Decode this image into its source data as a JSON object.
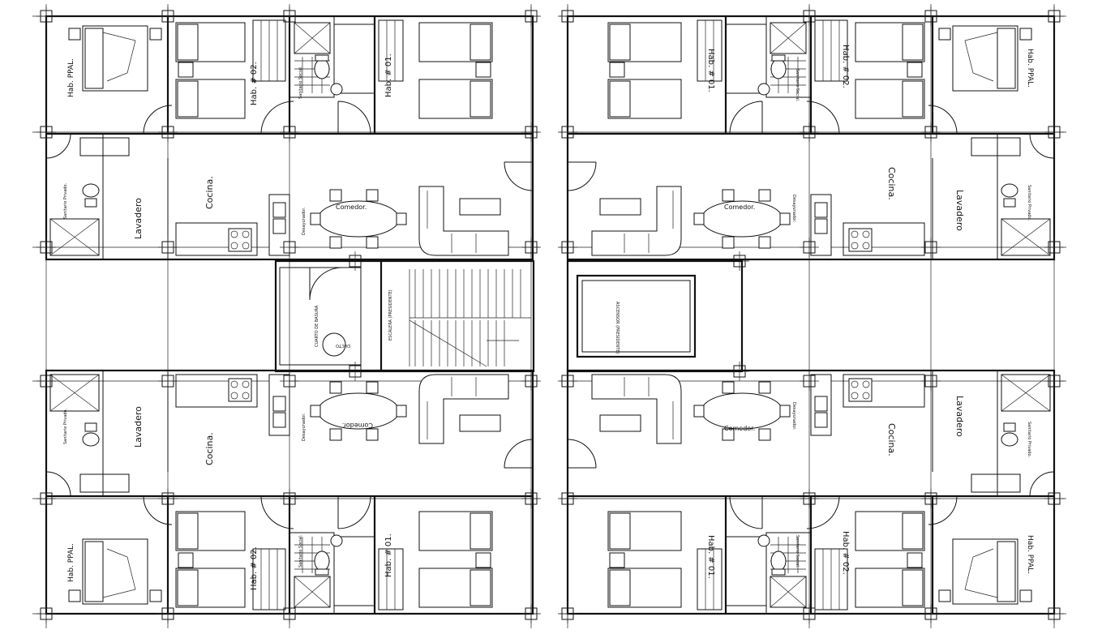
{
  "plan": {
    "rooms": {
      "hab_ppal": "Hab.  PPAL.",
      "hab_02": "Hab.  # 02.",
      "hab_01": "Hab.  # 01.",
      "sanitario_social": "Sanitario Social.",
      "sanitario_privado": "Sanitario Privado.",
      "lavadero": "Lavadero",
      "cocina": "Cocina.",
      "comedor": "Comedor.",
      "desayunador": "Desayunador.",
      "cuarto_basura": "CUARTO DE BASURA",
      "ducto": "DUCTO",
      "escalera": "ESCALERA (PRESIDENTE)",
      "ascensor": "ASCENSOR (PRESIDENTE)"
    },
    "colors": {
      "line": "#111111",
      "background": "#ffffff"
    }
  }
}
